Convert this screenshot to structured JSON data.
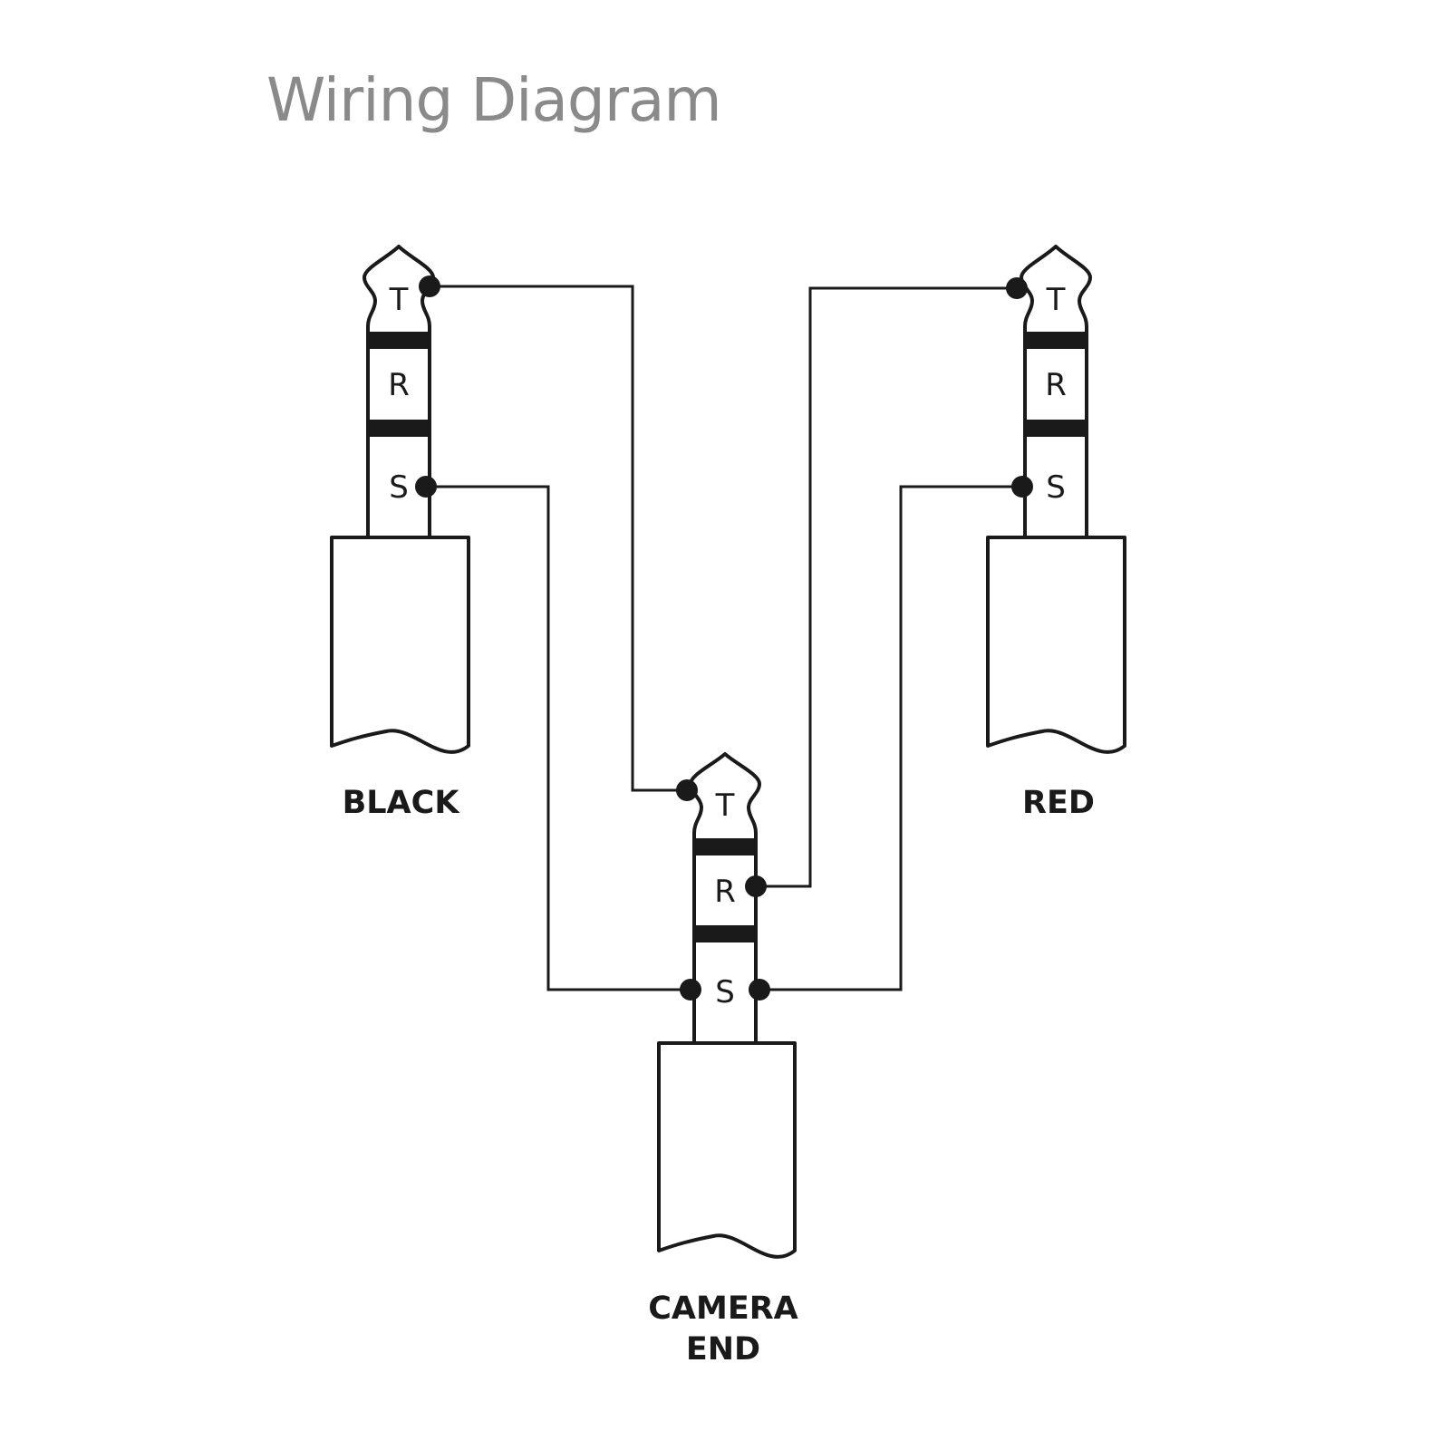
{
  "title": "Wiring Diagram",
  "plugs": {
    "black": {
      "label_lines": [
        "BLACK"
      ],
      "pins": {
        "tip": "T",
        "ring": "R",
        "sleeve": "S"
      }
    },
    "red": {
      "label_lines": [
        "RED"
      ],
      "pins": {
        "tip": "T",
        "ring": "R",
        "sleeve": "S"
      }
    },
    "camera": {
      "label_lines": [
        "CAMERA",
        "END"
      ],
      "pins": {
        "tip": "T",
        "ring": "R",
        "sleeve": "S"
      }
    }
  },
  "connections": [
    {
      "from": "black.T",
      "to": "camera.T"
    },
    {
      "from": "red.T",
      "to": "camera.R"
    },
    {
      "from": "black.S",
      "to": "camera.S"
    },
    {
      "from": "red.S",
      "to": "camera.S"
    }
  ],
  "colors": {
    "line": "#1a1a1a",
    "title": "#8a8a8a",
    "background": "#ffffff"
  }
}
